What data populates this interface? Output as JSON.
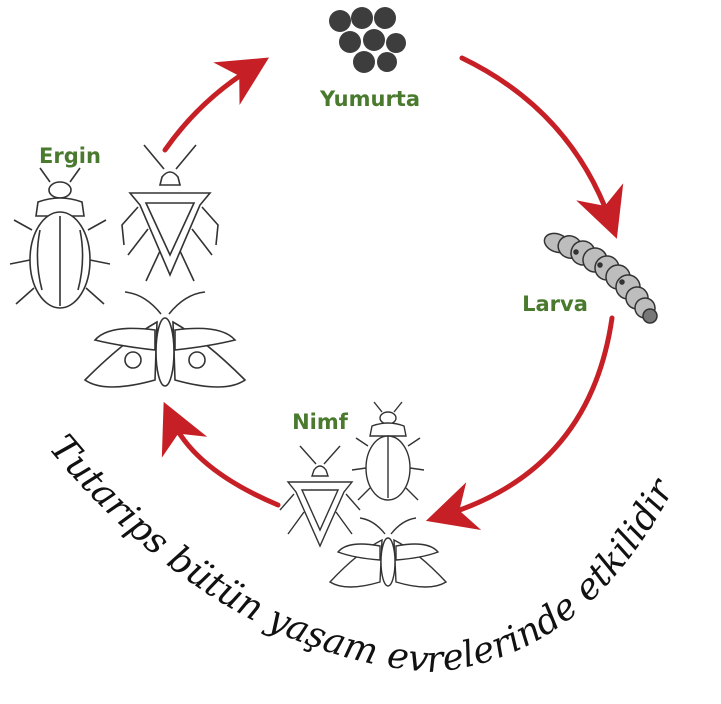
{
  "labels": {
    "yumurta": "Yumurta",
    "larva": "Larva",
    "nimf": "Nimf",
    "ergin": "Ergin"
  },
  "caption": "Tutarips bütün yaşam evrelerinde etkilidir",
  "colors": {
    "label": "#4a7a2e",
    "arrow": "#c62026",
    "egg": "#3d3d3d",
    "line": "#333333"
  },
  "icons": {
    "eggs": "egg-cluster-icon",
    "larva": "caterpillar-icon",
    "nymph_bug": "stink-bug-icon",
    "nymph_beetle": "beetle-icon",
    "nymph_moth": "moth-icon",
    "adult_beetle": "beetle-icon",
    "adult_bug": "stink-bug-icon",
    "adult_moth": "moth-icon"
  }
}
